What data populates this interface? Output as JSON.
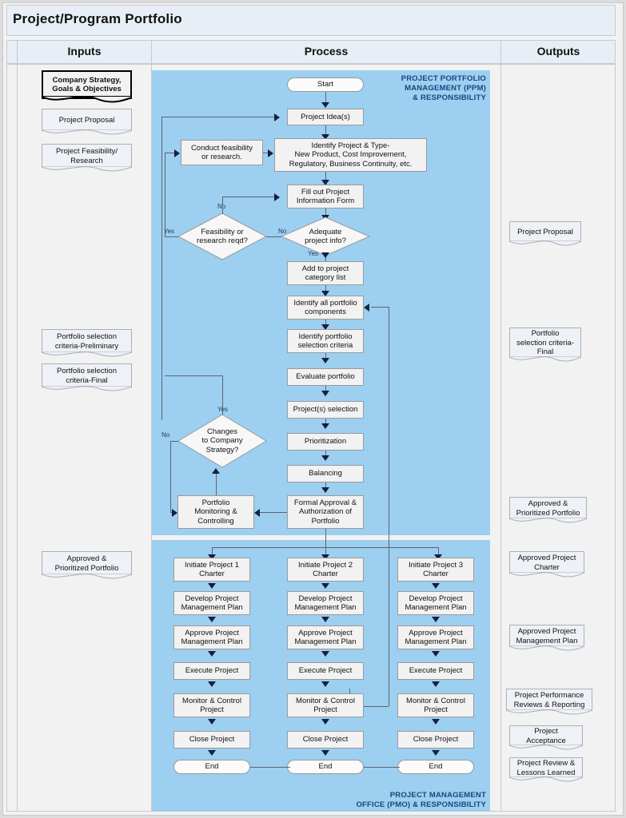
{
  "page": {
    "title": "Project/Program Portfolio",
    "watermark": "..."
  },
  "columns": {
    "inputs": "Inputs",
    "process": "Process",
    "outputs": "Outputs"
  },
  "colors": {
    "lane_blue": "#9dcff0",
    "lane_label_text": "#19457e",
    "node_fill": "#f2f2f2",
    "doc_fill": "#eef1f5",
    "header_band": "#e8eef5",
    "connector": "#5a6472",
    "arrowhead": "#14213d"
  },
  "lanes": [
    {
      "id": "ppm",
      "label": "PROJECT PORTFOLIO\nMANAGEMENT (PPM)\n& RESPONSIBILITY",
      "label_lines": [
        "PROJECT PORTFOLIO",
        "MANAGEMENT (PPM)",
        "& RESPONSIBILITY"
      ]
    },
    {
      "id": "pmo",
      "label": "PROJECT MANAGEMENT\nOFFICE (PMO) & RESPONSIBILITY",
      "label_lines": [
        "PROJECT MANAGEMENT",
        "OFFICE (PMO) & RESPONSIBILITY"
      ]
    }
  ],
  "inputs": [
    {
      "id": "company-strategy",
      "text": "Company Strategy,\nGoals & Objectives",
      "lines": [
        "Company Strategy,",
        "Goals & Objectives"
      ],
      "emphasis": "bold"
    },
    {
      "id": "project-proposal",
      "text": "Project Proposal",
      "lines": [
        "Project Proposal"
      ]
    },
    {
      "id": "project-feasibility",
      "text": "Project Feasibility/\nResearch",
      "lines": [
        "Project Feasibility/",
        "Research"
      ]
    },
    {
      "id": "criteria-preliminary",
      "text": "Portfolio selection\ncriteria-Preliminary",
      "lines": [
        "Portfolio selection",
        "criteria-Preliminary"
      ]
    },
    {
      "id": "criteria-final",
      "text": "Portfolio selection\ncriteria-Final",
      "lines": [
        "Portfolio selection",
        "criteria-Final"
      ]
    },
    {
      "id": "approved-prioritized-portfolio",
      "text": "Approved &\nPrioritized Portfolio",
      "lines": [
        "Approved &",
        "Prioritized Portfolio"
      ]
    }
  ],
  "outputs": [
    {
      "id": "out-project-proposal",
      "text": "Project Proposal",
      "lines": [
        "Project Proposal"
      ]
    },
    {
      "id": "out-criteria-final",
      "text": "Portfolio\nselection criteria-\nFinal",
      "lines": [
        "Portfolio",
        "selection criteria-",
        "Final"
      ]
    },
    {
      "id": "out-approved-portfolio",
      "text": "Approved &\nPrioritized Portfolio",
      "lines": [
        "Approved &",
        "Prioritized Portfolio"
      ]
    },
    {
      "id": "out-approved-charter",
      "text": "Approved Project\nCharter",
      "lines": [
        "Approved Project",
        "Charter"
      ]
    },
    {
      "id": "out-approved-pmp",
      "text": "Approved Project\nManagement Plan",
      "lines": [
        "Approved Project",
        "Management Plan"
      ]
    },
    {
      "id": "out-performance-reviews",
      "text": "Project Performance\nReviews & Reporting",
      "lines": [
        "Project Performance",
        "Reviews & Reporting"
      ]
    },
    {
      "id": "out-project-acceptance",
      "text": "Project\nAcceptance",
      "lines": [
        "Project",
        "Acceptance"
      ]
    },
    {
      "id": "out-lessons-learned",
      "text": "Project Review &\nLessons Learned",
      "lines": [
        "Project Review &",
        "Lessons Learned"
      ]
    }
  ],
  "process": {
    "start": "Start",
    "project_ideas": "Project Idea(s)",
    "identify_project_type": "Identify Project & Type-\nNew Product, Cost Improvement,\nRegulatory, Business Continuity, etc.",
    "identify_project_type_lines": [
      "Identify Project & Type-",
      "New Product, Cost Improvement,",
      "Regulatory, Business Continuity, etc."
    ],
    "conduct_feasibility": "Conduct feasibility\nor research.",
    "conduct_feasibility_lines": [
      "Conduct feasibility",
      "or research."
    ],
    "fill_out_form": "Fill out Project\nInformation Form",
    "fill_out_form_lines": [
      "Fill out Project",
      "Information Form"
    ],
    "decision_feasibility": "Feasibility or\nresearch reqd?",
    "decision_feasibility_lines": [
      "Feasibility or",
      "research reqd?"
    ],
    "decision_adequate": "Adequate\nproject info?",
    "decision_adequate_lines": [
      "Adequate",
      "project info?"
    ],
    "add_to_category": "Add to project\ncategory list",
    "add_to_category_lines": [
      "Add to project",
      "category list"
    ],
    "identify_components": "Identify all portfolio\ncomponents",
    "identify_components_lines": [
      "Identify all portfolio",
      "components"
    ],
    "identify_criteria": "Identify portfolio\nselection criteria",
    "identify_criteria_lines": [
      "Identify portfolio",
      "selection criteria"
    ],
    "evaluate_portfolio": "Evaluate portfolio",
    "projects_selection": "Project(s) selection",
    "prioritization": "Prioritization",
    "balancing": "Balancing",
    "formal_approval": "Formal Approval &\nAuthorization of\nPortfolio",
    "formal_approval_lines": [
      "Formal Approval &",
      "Authorization of",
      "Portfolio"
    ],
    "decision_changes": "Changes\nto Company\nStrategy?",
    "decision_changes_lines": [
      "Changes",
      "to Company",
      "Strategy?"
    ],
    "portfolio_monitoring": "Portfolio\nMonitoring &\nControlling",
    "portfolio_monitoring_lines": [
      "Portfolio",
      "Monitoring &",
      "Controlling"
    ],
    "edge_labels": {
      "yes": "Yes",
      "no": "No"
    }
  },
  "project_lanes": [
    {
      "id": "project-1",
      "steps": [
        {
          "id": "initiate",
          "lines": [
            "Initiate Project 1",
            "Charter"
          ]
        },
        {
          "id": "develop-pmp",
          "lines": [
            "Develop Project",
            "Management Plan"
          ]
        },
        {
          "id": "approve-pmp",
          "lines": [
            "Approve Project",
            "Management Plan"
          ]
        },
        {
          "id": "execute",
          "lines": [
            "Execute Project"
          ]
        },
        {
          "id": "monitor-control",
          "lines": [
            "Monitor & Control",
            "Project"
          ]
        },
        {
          "id": "close",
          "lines": [
            "Close Project"
          ]
        },
        {
          "id": "end",
          "lines": [
            "End"
          ]
        }
      ]
    },
    {
      "id": "project-2",
      "steps": [
        {
          "id": "initiate",
          "lines": [
            "Initiate Project 2",
            "Charter"
          ]
        },
        {
          "id": "develop-pmp",
          "lines": [
            "Develop Project",
            "Management Plan"
          ]
        },
        {
          "id": "approve-pmp",
          "lines": [
            "Approve Project",
            "Management Plan"
          ]
        },
        {
          "id": "execute",
          "lines": [
            "Execute Project"
          ]
        },
        {
          "id": "monitor-control",
          "lines": [
            "Monitor & Control",
            "Project"
          ]
        },
        {
          "id": "close",
          "lines": [
            "Close Project"
          ]
        },
        {
          "id": "end",
          "lines": [
            "End"
          ]
        }
      ]
    },
    {
      "id": "project-3",
      "steps": [
        {
          "id": "initiate",
          "lines": [
            "Initiate Project 3",
            "Charter"
          ]
        },
        {
          "id": "develop-pmp",
          "lines": [
            "Develop Project",
            "Management Plan"
          ]
        },
        {
          "id": "approve-pmp",
          "lines": [
            "Approve Project",
            "Management Plan"
          ]
        },
        {
          "id": "execute",
          "lines": [
            "Execute Project"
          ]
        },
        {
          "id": "monitor-control",
          "lines": [
            "Monitor & Control",
            "Project"
          ]
        },
        {
          "id": "close",
          "lines": [
            "Close Project"
          ]
        },
        {
          "id": "end",
          "lines": [
            "End"
          ]
        }
      ]
    }
  ]
}
